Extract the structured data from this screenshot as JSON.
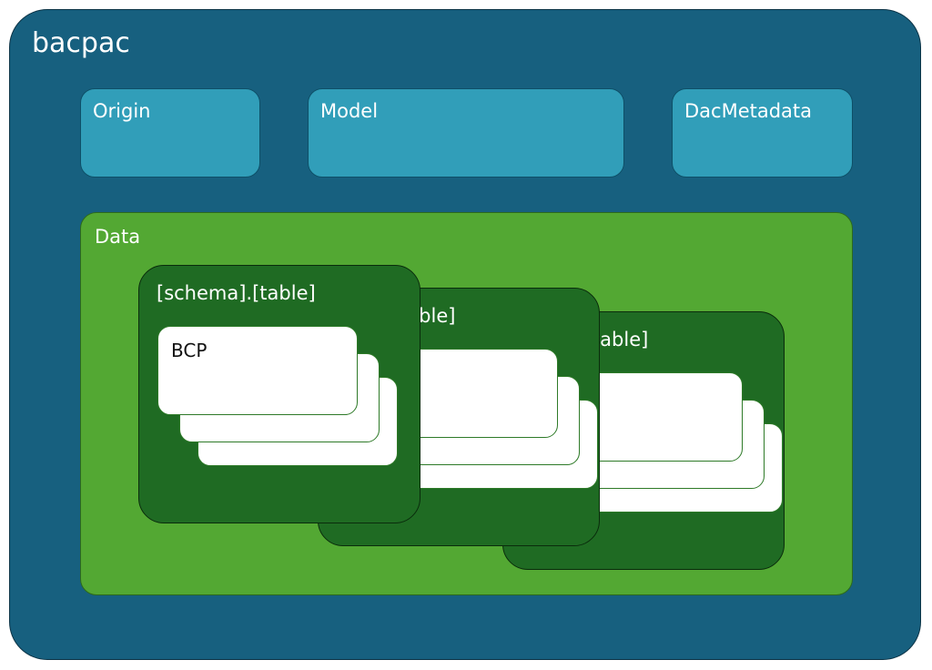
{
  "bacpac": {
    "title": "bacpac",
    "parts": {
      "origin": "Origin",
      "model": "Model",
      "dac_metadata": "DacMetadata"
    },
    "data": {
      "title": "Data",
      "tables": [
        {
          "label": "[schema].[table]",
          "file_label": "BCP"
        },
        {
          "label": "].[table]"
        },
        {
          "label": "a].[table]"
        }
      ]
    }
  },
  "colors": {
    "outer": "#17607f",
    "part": "#319eb9",
    "data": "#53a833",
    "table": "#1f6b23",
    "file": "#ffffff"
  }
}
